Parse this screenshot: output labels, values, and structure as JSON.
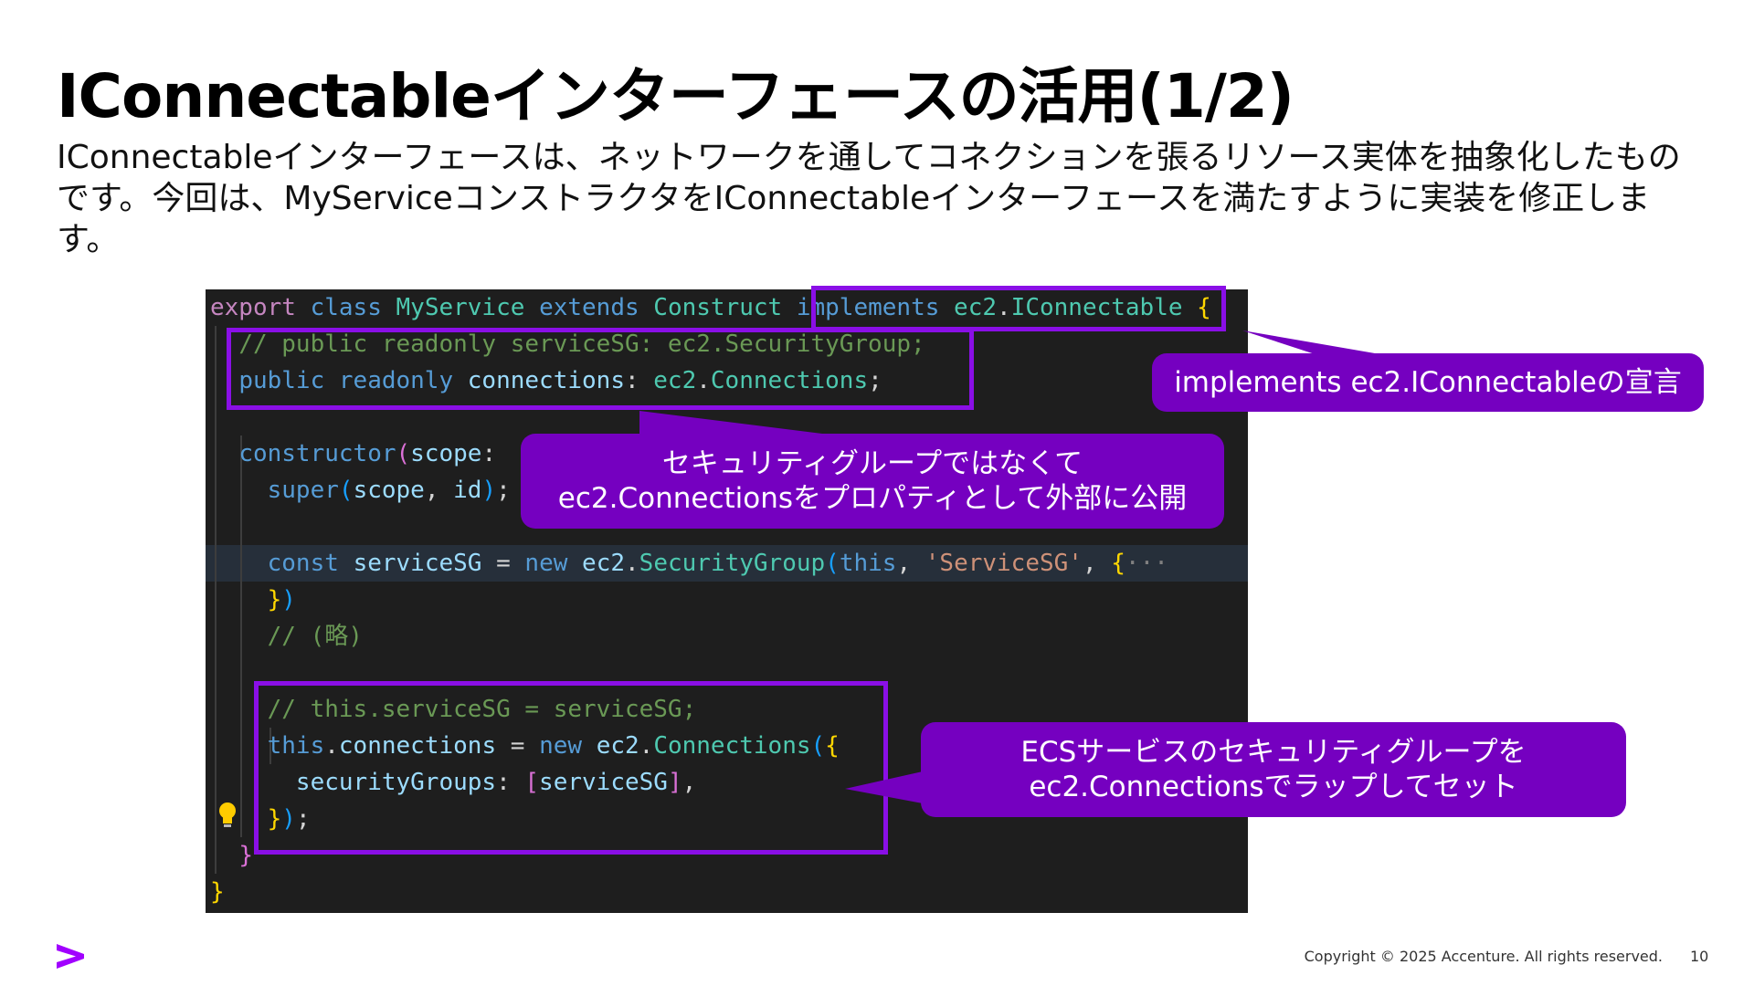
{
  "slide": {
    "title": "IConnectableインターフェースの活用(1/2)",
    "body": "IConnectableインターフェースは、ネットワークを通してコネクションを張るリソース実体を抽象化したものです。今回は、MyServiceコンストラクタをIConnectableインターフェースを満たすように実装を修正します。"
  },
  "code": {
    "l1": {
      "export": "export",
      "class": "class",
      "name": "MyService",
      "extends": "extends",
      "base": "Construct",
      "implements": "implements",
      "ns": "ec2",
      "dot": ".",
      "iface": "IConnectable",
      "brace": "{"
    },
    "l2": {
      "comment": "// public readonly serviceSG: ec2.SecurityGroup;"
    },
    "l3": {
      "public": "public",
      "readonly": "readonly",
      "prop": "connections",
      "colon": ":",
      "ns": "ec2",
      "dot": ".",
      "type": "Connections",
      "semi": ";"
    },
    "l4": {
      "ctor": "constructor",
      "paren": "(",
      "param": "scope",
      "colon": ":"
    },
    "l5": {
      "super": "super",
      "open": "(",
      "scope": "scope",
      "comma": ",",
      "id": "id",
      "close": ")",
      "semi": ";"
    },
    "l6": {
      "const": "const",
      "name": "serviceSG",
      "eq": "=",
      "new": "new",
      "ns": "ec2",
      "dot": ".",
      "cls": "SecurityGroup",
      "open": "(",
      "this": "this",
      "comma": ",",
      "str": "'ServiceSG'",
      "comma2": ",",
      "brace": "{",
      "ellipsis": "···"
    },
    "l7": {
      "brace": "}",
      "paren": ")"
    },
    "l8": {
      "comment": "// (略)"
    },
    "l9": {
      "comment": "// this.serviceSG = serviceSG;"
    },
    "l10": {
      "this": "this",
      "dot": ".",
      "prop": "connections",
      "eq": "=",
      "new": "new",
      "ns": "ec2",
      "dot2": ".",
      "cls": "Connections",
      "paren": "(",
      "brace": "{"
    },
    "l11": {
      "key": "securityGroups",
      "colon": ":",
      "open": "[",
      "val": "serviceSG",
      "close": "]",
      "comma": ","
    },
    "l12": {
      "brace": "}",
      "paren": ")",
      "semi": ";"
    },
    "l13": {
      "brace": "}"
    },
    "l14": {
      "brace": "}"
    }
  },
  "callouts": {
    "implements": "implements ec2.IConnectableの宣言",
    "props_line1": "セキュリティグループではなくて",
    "props_line2": "ec2.Connectionsをプロパティとして外部に公開",
    "wrap_line1": "ECSサービスのセキュリティグループを",
    "wrap_line2": "ec2.Connectionsでラップしてセット"
  },
  "footer": {
    "copyright": "Copyright © 2025 Accenture. All rights reserved.",
    "page": "10"
  },
  "colors": {
    "accent": "#7500c0",
    "box": "#8a0fe6",
    "editor_bg": "#1e1e1e"
  },
  "icons": {
    "bulb": "lightbulb-icon",
    "logo": "accenture-logo"
  }
}
